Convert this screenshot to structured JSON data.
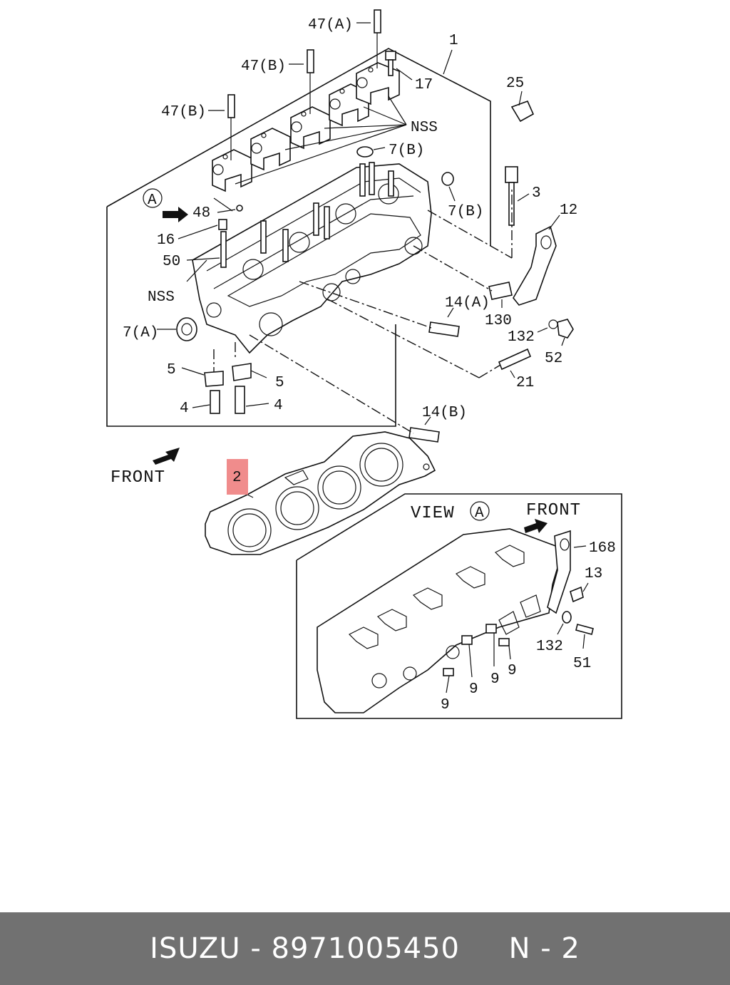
{
  "labels": {
    "p47a": "47(A)",
    "p47b_1": "47(B)",
    "p47b_2": "47(B)",
    "p1": "1",
    "p17": "17",
    "nss_1": "NSS",
    "p25": "25",
    "p7b_1": "7(B)",
    "p7b_2": "7(B)",
    "p3": "3",
    "view_mark_1": "A",
    "p48": "48",
    "p12": "12",
    "p16": "16",
    "p50": "50",
    "nss_2": "NSS",
    "p14a": "14(A)",
    "p130": "130",
    "p7a": "7(A)",
    "p132_1": "132",
    "p52": "52",
    "p5_1": "5",
    "p5_2": "5",
    "p21": "21",
    "p4_1": "4",
    "p4_2": "4",
    "p14b": "14(B)",
    "front_1": "FRONT",
    "p2": "2",
    "view_title": "VIEW",
    "view_mark_2": "A",
    "front_2": "FRONT",
    "p168": "168",
    "p13": "13",
    "p132_2": "132",
    "p51": "51",
    "p9_1": "9",
    "p9_2": "9",
    "p9_3": "9",
    "p9_4": "9"
  },
  "highlight_color": "#f08c8c",
  "footer": {
    "brand": "ISUZU",
    "separator": " - ",
    "part_number": "8971005450",
    "page_ref": "N - 2",
    "background": "#717171"
  }
}
